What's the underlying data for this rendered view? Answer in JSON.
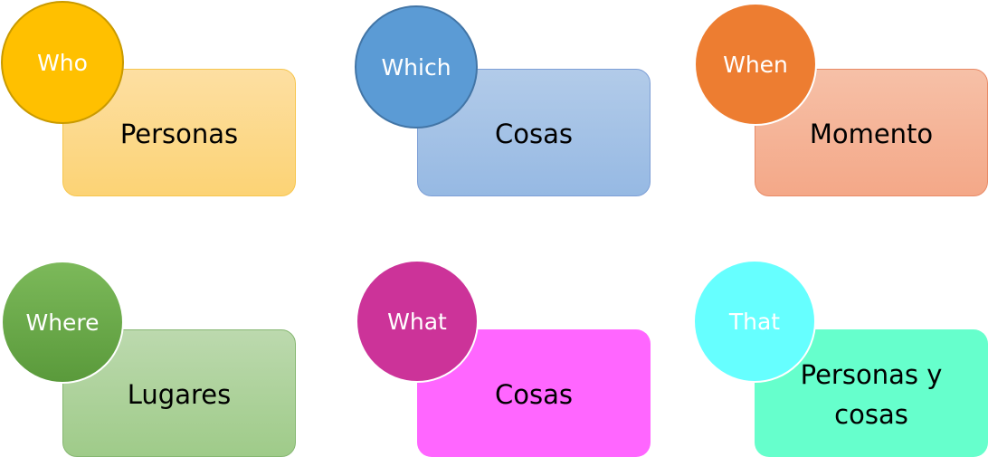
{
  "items": [
    {
      "keyword": "Who",
      "meaning": "Personas"
    },
    {
      "keyword": "Which",
      "meaning": "Cosas"
    },
    {
      "keyword": "When",
      "meaning": "Momento"
    },
    {
      "keyword": "Where",
      "meaning": "Lugares"
    },
    {
      "keyword": "What",
      "meaning": "Cosas"
    },
    {
      "keyword": "That",
      "meaning": "Personas y\ncosas"
    }
  ],
  "colors": {
    "who": "#ffc000",
    "which": "#5b9bd5",
    "when": "#ed7d31",
    "where": "#70ad47",
    "what": "#cc3399",
    "that": "#66ffff"
  }
}
